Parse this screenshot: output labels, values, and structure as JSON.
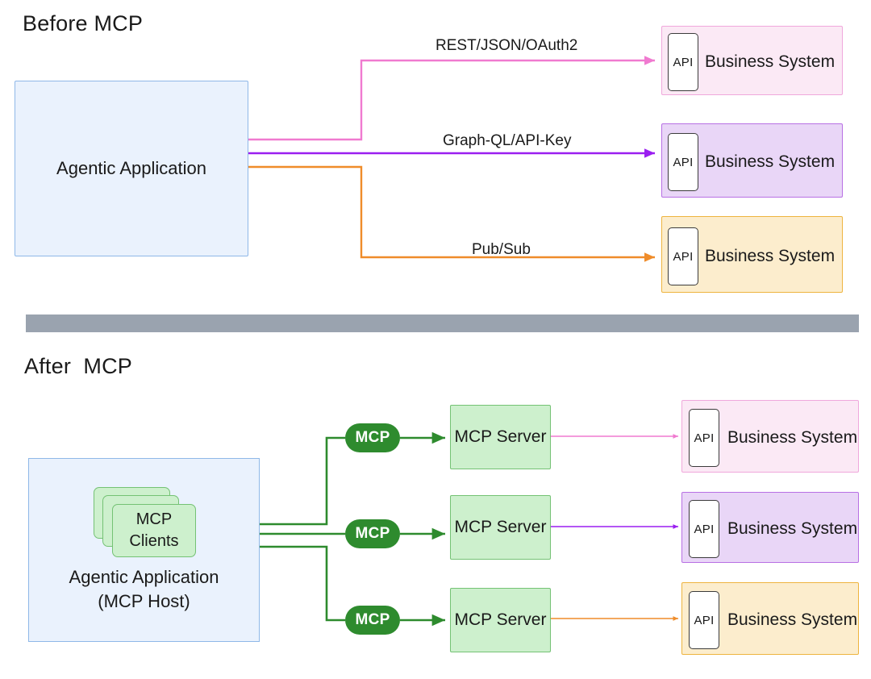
{
  "diagram": {
    "title_before": "Before MCP",
    "title_after": "After  MCP",
    "colors": {
      "pink": "#f07ad0",
      "purple": "#9a1ef0",
      "orange": "#ef8c2a",
      "green": "#2e8b2e",
      "divider_gray": "#9aa3af",
      "box_blue_fill": "#eaf2fd",
      "box_blue_border": "#8fb8e8",
      "box_green_fill": "#cdf0cd",
      "box_green_border": "#74c274",
      "biz_pink_fill": "#fbe9f5",
      "biz_purple_fill": "#e9d6f7",
      "biz_orange_fill": "#fcedcd"
    }
  },
  "before": {
    "heading": "Before MCP",
    "agentic_app": {
      "label": "Agentic Application"
    },
    "connectors": [
      {
        "label": "REST/JSON/OAuth2",
        "color": "pink"
      },
      {
        "label": "Graph-QL/API-Key",
        "color": "purple"
      },
      {
        "label": "Pub/Sub",
        "color": "orange"
      }
    ],
    "business_systems": [
      {
        "api_label": "API",
        "label": "Business System",
        "theme": "pink"
      },
      {
        "api_label": "API",
        "label": "Business System",
        "theme": "purple"
      },
      {
        "api_label": "API",
        "label": "Business System",
        "theme": "orange"
      }
    ]
  },
  "after": {
    "heading": "After  MCP",
    "agentic_app": {
      "label": "Agentic Application\n(MCP Host)",
      "clients_card": {
        "label": "MCP\nClients"
      }
    },
    "rows": [
      {
        "badge": "MCP",
        "server": "MCP Server",
        "business_system": {
          "api_label": "API",
          "label": "Business System",
          "theme": "pink"
        }
      },
      {
        "badge": "MCP",
        "server": "MCP Server",
        "business_system": {
          "api_label": "API",
          "label": "Business System",
          "theme": "purple"
        }
      },
      {
        "badge": "MCP",
        "server": "MCP Server",
        "business_system": {
          "api_label": "API",
          "label": "Business System",
          "theme": "orange"
        }
      }
    ]
  }
}
